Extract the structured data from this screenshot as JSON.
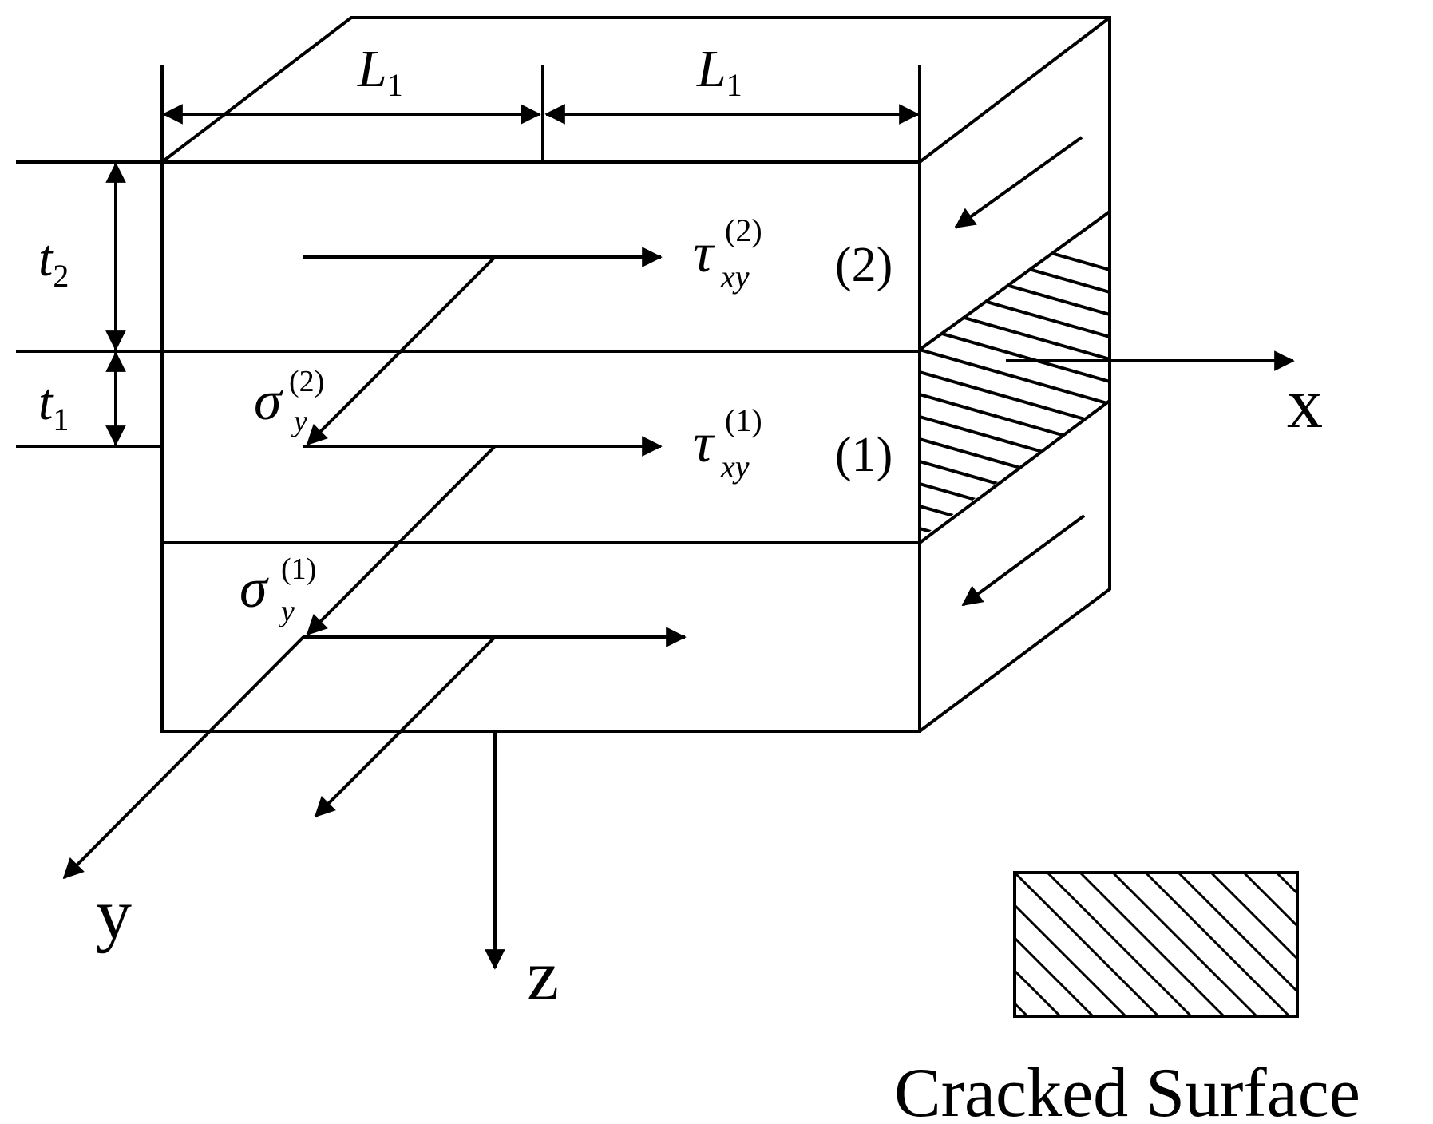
{
  "dimensions": {
    "length_left": {
      "base": "L",
      "sub": "1"
    },
    "length_right": {
      "base": "L",
      "sub": "1"
    },
    "thickness_top": {
      "base": "t",
      "sub": "2"
    },
    "thickness_bottom": {
      "base": "t",
      "sub": "1"
    }
  },
  "stresses": {
    "tau_layer2": {
      "symbol": "τ",
      "sub": "xy",
      "sup": "(2)"
    },
    "tau_layer1": {
      "symbol": "τ",
      "sub": "xy",
      "sup": "(1)"
    },
    "sigma_layer2": {
      "symbol": "σ",
      "sub": "y",
      "sup": "(2)"
    },
    "sigma_layer1": {
      "symbol": "σ",
      "sub": "y",
      "sup": "(1)"
    }
  },
  "layers": {
    "layer2": "(2)",
    "layer1": "(1)"
  },
  "axes": {
    "x": "x",
    "y": "y",
    "z": "z"
  },
  "legend": {
    "label": "Cracked Surface"
  }
}
